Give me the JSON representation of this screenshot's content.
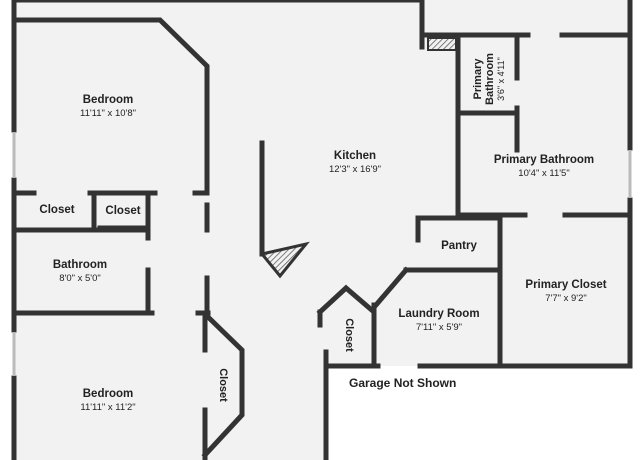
{
  "rooms": {
    "bedroom_top": {
      "name": "Bedroom",
      "dims": "11'11\" x 10'8\""
    },
    "kitchen": {
      "name": "Kitchen",
      "dims": "12'3\" x 16'9\""
    },
    "primary_bath_small": {
      "name1": "Primary",
      "name2": "Bathroom",
      "dims": "3'6\" x 4'11\""
    },
    "primary_bathroom": {
      "name": "Primary Bathroom",
      "dims": "10'4\" x 11'5\""
    },
    "closet_left": {
      "name": "Closet"
    },
    "closet_mid": {
      "name": "Closet"
    },
    "bathroom": {
      "name": "Bathroom",
      "dims": "8'0\" x 5'0\""
    },
    "pantry": {
      "name": "Pantry"
    },
    "primary_closet": {
      "name": "Primary Closet",
      "dims": "7'7\" x 9'2\""
    },
    "laundry": {
      "name": "Laundry Room",
      "dims": "7'11\" x 5'9\""
    },
    "closet_vertical_mid": {
      "name": "Closet"
    },
    "closet_vertical_bottom": {
      "name": "Closet"
    },
    "bedroom_bottom": {
      "name": "Bedroom",
      "dims": "11'11\" x 11'2\""
    }
  },
  "notes": {
    "garage": "Garage Not Shown"
  },
  "colors": {
    "wall": "#333333",
    "floor": "#f2f2f2",
    "window": "#c8c8c8"
  }
}
